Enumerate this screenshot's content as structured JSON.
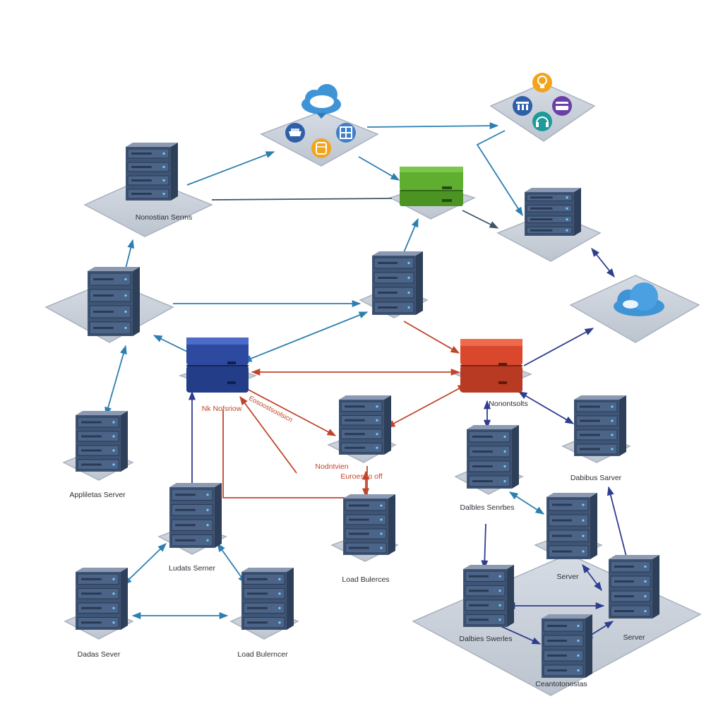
{
  "colors": {
    "background": "#ffffff",
    "platform": "#c9d0d9",
    "server": "#3f5575",
    "link_blue": "#2c7fb0",
    "link_navy": "#2f3d8f",
    "link_red": "#c0452c",
    "green_node": "#5fae2f",
    "blue_node": "#2d4aa0",
    "red_node": "#d9482c",
    "cloud": "#3f94d6"
  },
  "labels": {
    "top_left_server": "Nonostian Serms",
    "app_server": "Appliletas Server",
    "blue_node": "Nk Nofsriow",
    "blue_node_red_note": "Eosoostsoolsicn",
    "red_node": "Nonontsolts",
    "center_red_a": "Nodntvien",
    "center_red_b": "Euroesoo off",
    "db_server_right": "Dabibus Sarver",
    "db_switches": "Dalbles Senrbes",
    "data_server_mid": "Ludats Serner",
    "load_balancer_center": "Load Bulerces",
    "data_server_bottom": "Dadas Sever",
    "load_balancer_bottom": "Load Bulerncer",
    "server_a": "Server",
    "switches_bottom": "Dalbies Swerles",
    "server_b": "Server",
    "cluster_label": "Ceantotonostas"
  },
  "icons": {
    "cloud_hub": [
      "cloud-icon",
      "router-icon",
      "grid-icon",
      "database-icon"
    ],
    "service_hub": [
      "lightbulb-icon",
      "building-icon",
      "headset-icon",
      "card-icon"
    ],
    "cloud_right": "cloud-icon"
  }
}
